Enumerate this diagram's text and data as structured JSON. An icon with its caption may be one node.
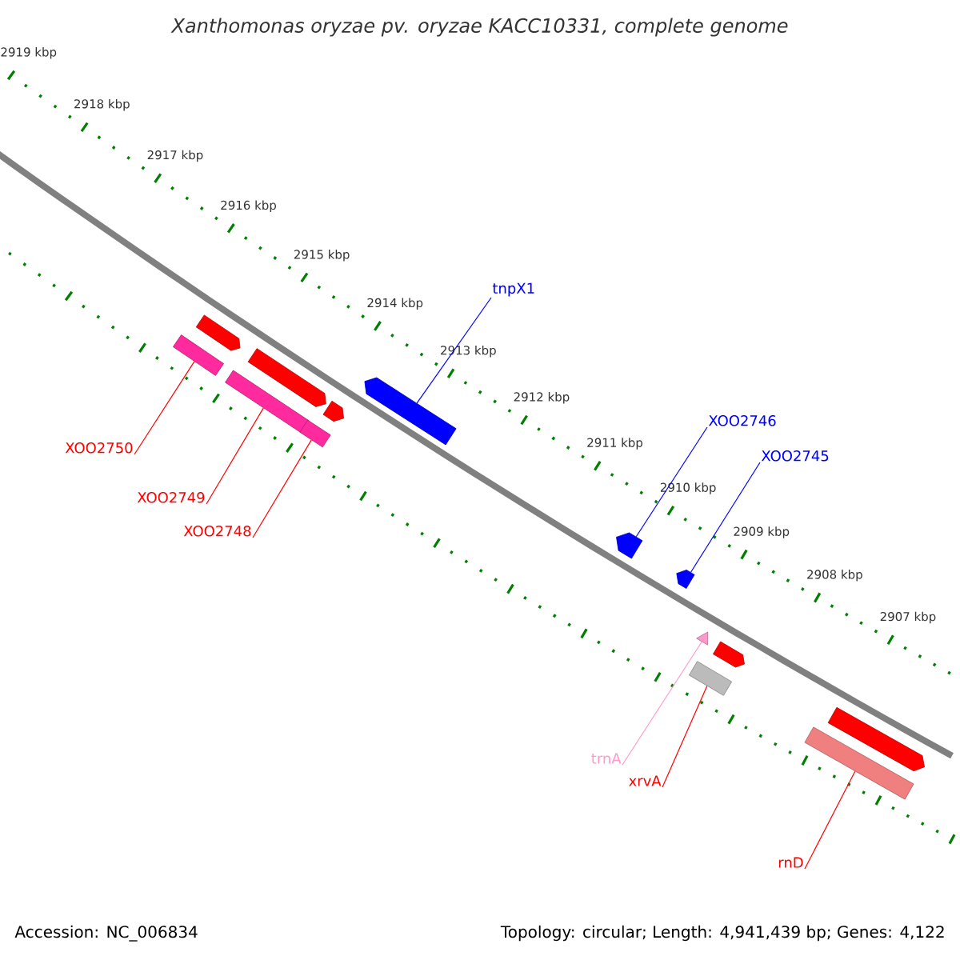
{
  "diagram": {
    "title": "Xanthomonas oryzae pv. oryzae KACC10331, complete genome",
    "nodes": [
      {
        "text": [
          "tnpX1"
        ]
      },
      {
        "text": [
          "XOO2746"
        ]
      },
      {
        "text": [
          "XOO2745"
        ]
      },
      {
        "text": [
          "XOO2750"
        ]
      },
      {
        "text": [
          "XOO2749"
        ]
      },
      {
        "text": [
          "XOO2748"
        ]
      },
      {
        "text": [
          "trnA"
        ]
      },
      {
        "text": [
          "xrvA"
        ]
      },
      {
        "text": [
          "rnD"
        ]
      },
      {
        "text": [],
        "shape": "bar"
      },
      {
        "text": [],
        "shape": "pentagon"
      },
      {
        "text": [],
        "shape": "bar"
      },
      {
        "text": [],
        "shape": "pentagon"
      },
      {
        "text": [],
        "shape": "bar"
      },
      {
        "text": [],
        "shape": "pentagon"
      },
      {
        "text": [],
        "shape": "pentagon"
      },
      {
        "text": [],
        "shape": "pentagon"
      },
      {
        "text": [],
        "shape": "pentagon"
      },
      {
        "text": [],
        "shape": "triangle"
      },
      {
        "text": [],
        "shape": "bar"
      },
      {
        "text": [],
        "shape": "pentagon"
      },
      {
        "text": [],
        "shape": "bar"
      },
      {
        "text": [],
        "shape": "pentagon"
      }
    ],
    "edges": [
      {
        "from": 0,
        "to": 15,
        "arrow": "none",
        "color": "#0000ff"
      },
      {
        "from": 1,
        "to": 16,
        "arrow": "none",
        "color": "#0000ff"
      },
      {
        "from": 2,
        "to": 17,
        "arrow": "none",
        "color": "#0000ff"
      },
      {
        "from": 3,
        "to": 9,
        "arrow": "none"
      },
      {
        "from": 4,
        "to": 11,
        "arrow": "none"
      },
      {
        "from": 5,
        "to": 13,
        "arrow": "none"
      },
      {
        "from": 6,
        "to": 18,
        "arrow": "none",
        "color": "#ff99cc"
      },
      {
        "from": 7,
        "to": 19,
        "arrow": "none"
      },
      {
        "from": 8,
        "to": 21,
        "arrow": "none"
      }
    ],
    "labels": [
      "2919 kbp",
      "2918 kbp",
      "2917 kbp",
      "2916 kbp",
      "2915 kbp",
      "2914 kbp",
      "2913 kbp",
      "2912 kbp",
      "2911 kbp",
      "2910 kbp",
      "2909 kbp",
      "2908 kbp",
      "2907 kbp",
      "Accession: NC_006834",
      "Topology: circular; Length: 4,941,439 bp; Genes: 4,122"
    ]
  }
}
